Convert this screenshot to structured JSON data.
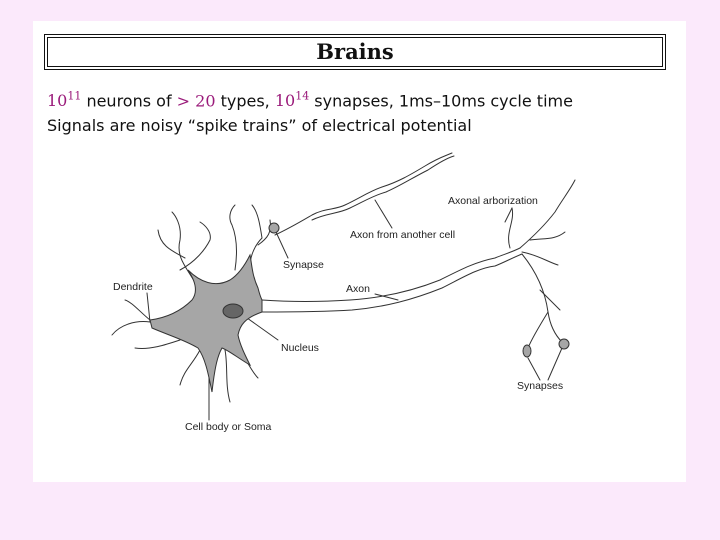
{
  "title": "Brains",
  "facts": {
    "line1": {
      "n1_base": "10",
      "n1_exp": "11",
      "t1": " neurons of ",
      "cmp": "> 20",
      "t2": " types, ",
      "n2_base": "10",
      "n2_exp": "14",
      "t3": " synapses, 1ms–10ms cycle time"
    },
    "line2": "Signals are noisy “spike trains” of electrical potential"
  },
  "diagram": {
    "labels": {
      "axonal_arborization": "Axonal arborization",
      "axon_from_another_cell": "Axon from another cell",
      "synapse": "Synapse",
      "dendrite": "Dendrite",
      "axon": "Axon",
      "nucleus": "Nucleus",
      "synapses": "Synapses",
      "cell_body": "Cell body or Soma"
    },
    "colors": {
      "soma_fill": "#a6a6a6",
      "nucleus_fill": "#666666",
      "stroke": "#333333"
    }
  }
}
